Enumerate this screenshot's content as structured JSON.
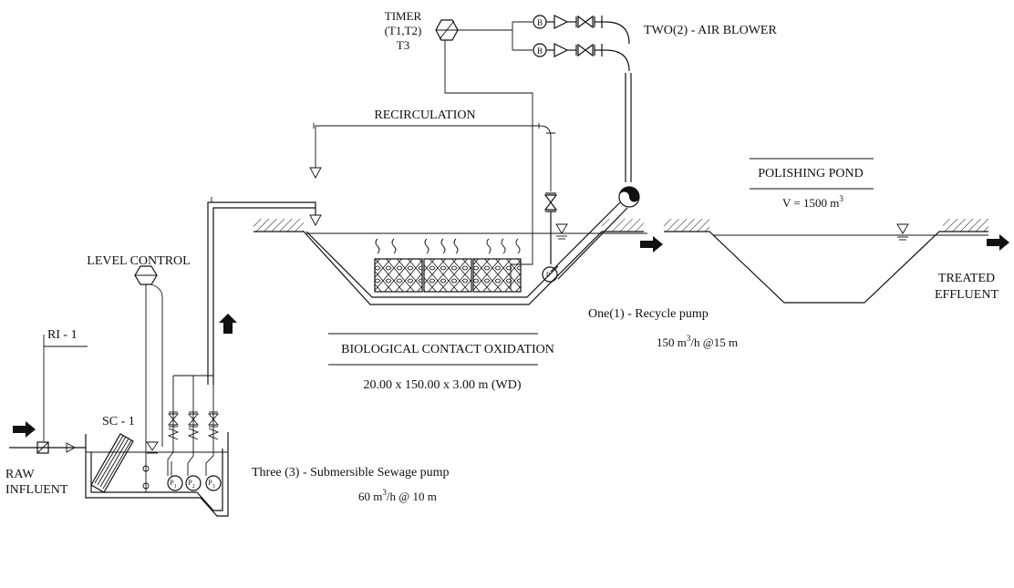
{
  "labels": {
    "timer_line1": "TIMER",
    "timer_line2": "(T1,T2)",
    "timer_line3": "T3",
    "air_blower": "TWO(2) - AIR BLOWER",
    "blower_symbol": "B",
    "recirculation": "RECIRCULATION",
    "polishing_pond": "POLISHING POND",
    "pond_volume": "V = 1500 m",
    "pond_volume_exp": "3",
    "level_control": "LEVEL CONTROL",
    "ri1": "RI - 1",
    "sc1": "SC - 1",
    "raw_line1": "RAW",
    "raw_line2": "INFLUENT",
    "bco_title": "BIOLOGICAL CONTACT OXIDATION",
    "bco_dims": "20.00 x 150.00 x 3.00 m (WD)",
    "recycle_pump": "One(1) - Recycle pump",
    "recycle_spec_a": "150 m",
    "recycle_spec_exp": "3",
    "recycle_spec_b": "/h @15 m",
    "treated_line1": "TREATED",
    "treated_line2": "EFFLUENT",
    "sub_pump": "Three (3) - Submersible Sewage pump",
    "sub_spec_a": "60 m",
    "sub_spec_exp": "3",
    "sub_spec_b": "/h  @ 10 m",
    "pump_p1": "P",
    "pump_p1_sub": "1",
    "pump_p2": "P",
    "pump_p2_sub": "2",
    "pump_p3": "P",
    "pump_p3_sub": "3",
    "recycle_pump_symbol": "P"
  }
}
